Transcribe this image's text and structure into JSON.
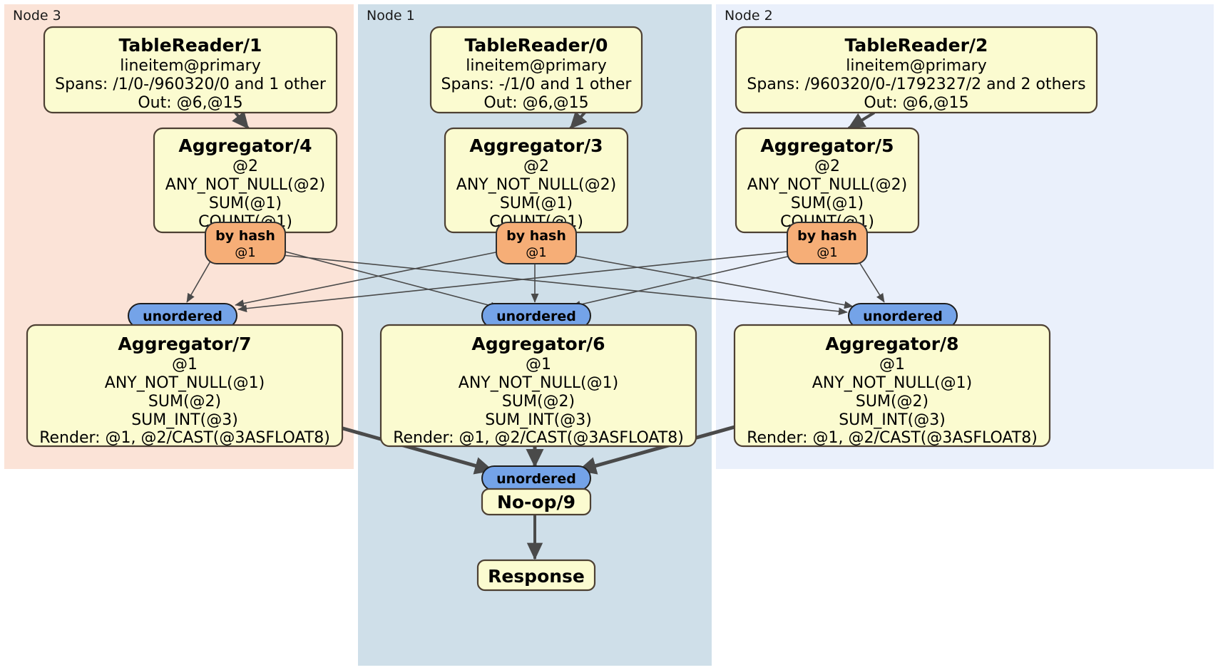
{
  "diagram": {
    "type": "distributed-query-plan",
    "panels": [
      {
        "id": "node3",
        "label": "Node 3",
        "color": "#fbe3d7"
      },
      {
        "id": "node1",
        "label": "Node 1",
        "color": "#cfdfe9"
      },
      {
        "id": "node2",
        "label": "Node 2",
        "color": "#eaf0fb"
      }
    ],
    "colors": {
      "processor_fill": "#fbfbd0",
      "processor_stroke": "#4d4033",
      "hash_router_fill": "#f6ae77",
      "unordered_fill": "#74a3e8",
      "edge": "#4a4a4a"
    },
    "processors": {
      "table_reader_1": {
        "title": "TableReader/1",
        "lines": [
          "lineitem@primary",
          "Spans: /1/0-/960320/0 and 1 other",
          "Out: @6,@15"
        ]
      },
      "table_reader_0": {
        "title": "TableReader/0",
        "lines": [
          "lineitem@primary",
          "Spans: -/1/0 and 1 other",
          "Out: @6,@15"
        ]
      },
      "table_reader_2": {
        "title": "TableReader/2",
        "lines": [
          "lineitem@primary",
          "Spans: /960320/0-/1792327/2 and 2 others",
          "Out: @6,@15"
        ]
      },
      "aggregator_4": {
        "title": "Aggregator/4",
        "lines": [
          "@2",
          "ANY_NOT_NULL(@2)",
          "SUM(@1)",
          "COUNT(@1)"
        ]
      },
      "aggregator_3": {
        "title": "Aggregator/3",
        "lines": [
          "@2",
          "ANY_NOT_NULL(@2)",
          "SUM(@1)",
          "COUNT(@1)"
        ]
      },
      "aggregator_5": {
        "title": "Aggregator/5",
        "lines": [
          "@2",
          "ANY_NOT_NULL(@2)",
          "SUM(@1)",
          "COUNT(@1)"
        ]
      },
      "aggregator_7": {
        "title": "Aggregator/7",
        "lines": [
          "@1",
          "ANY_NOT_NULL(@1)",
          "SUM(@2)",
          "SUM_INT(@3)",
          "Render: @1, @2/CAST(@3ASFLOAT8)"
        ]
      },
      "aggregator_6": {
        "title": "Aggregator/6",
        "lines": [
          "@1",
          "ANY_NOT_NULL(@1)",
          "SUM(@2)",
          "SUM_INT(@3)",
          "Render: @1, @2/CAST(@3ASFLOAT8)"
        ]
      },
      "aggregator_8": {
        "title": "Aggregator/8",
        "lines": [
          "@1",
          "ANY_NOT_NULL(@1)",
          "SUM(@2)",
          "SUM_INT(@3)",
          "Render: @1, @2/CAST(@3ASFLOAT8)"
        ]
      },
      "noop_9": {
        "title": "No-op/9",
        "lines": []
      },
      "response": {
        "title": "Response",
        "lines": []
      }
    },
    "routers": {
      "hash_left": {
        "title": "by hash",
        "sub": "@1"
      },
      "hash_mid": {
        "title": "by hash",
        "sub": "@1"
      },
      "hash_right": {
        "title": "by hash",
        "sub": "@1"
      },
      "unordered_left": {
        "title": "unordered"
      },
      "unordered_mid": {
        "title": "unordered"
      },
      "unordered_right": {
        "title": "unordered"
      },
      "unordered_final": {
        "title": "unordered"
      }
    }
  }
}
